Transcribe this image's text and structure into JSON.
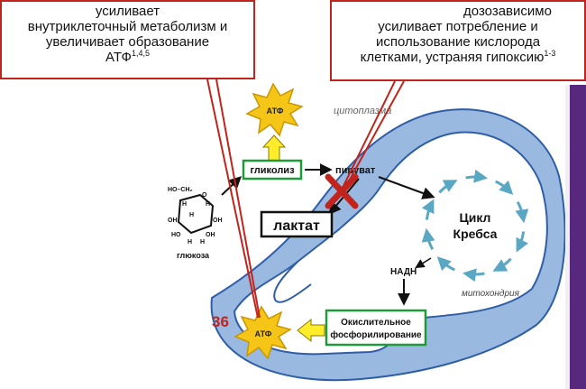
{
  "callouts": {
    "left": {
      "lines": [
        "усиливает",
        "внутриклеточный метаболизм и",
        "увеличивает образование"
      ],
      "last_text": "АТФ",
      "last_sup": "1,4,5"
    },
    "right": {
      "lines": [
        "дозозависимо",
        "усиливает потребление и",
        "использование кислорода"
      ],
      "last_text": "клетками, устраняя гипоксию",
      "last_sup": "1-3"
    }
  },
  "labels": {
    "atp": "АТФ",
    "cytoplasm": "цитоплазма",
    "glycolysis": "гликолиз",
    "pyruvate": "пируват",
    "lactate": "лактат",
    "krebs_line1": "Цикл",
    "krebs_line2": "Кребса",
    "nadh": "НАДН",
    "mitochondria": "митохондрия",
    "glucose": "глюкоза",
    "oxphos_line1": "Окислительное",
    "oxphos_line2": "фосфорилирование",
    "atp_count": "36"
  },
  "glucose_atoms": {
    "ho_ch2": "HO–CH₂",
    "o": "O",
    "h": "H",
    "oh": "OH",
    "ho": "HO"
  },
  "colors": {
    "callout_border": "#c0241c",
    "mito_fill": "#9ab9e1",
    "mito_stroke": "#2f5ea6",
    "star_fill": "#f5c518",
    "star_stroke": "#c99700",
    "box_green": "#1f9a3a",
    "arrow_yellow": "#ffec2a",
    "cross_red": "#c0241c",
    "krebs_arrows": "#5aa7c4",
    "count_red": "#c0241c",
    "deco_purple": "#57287e"
  }
}
